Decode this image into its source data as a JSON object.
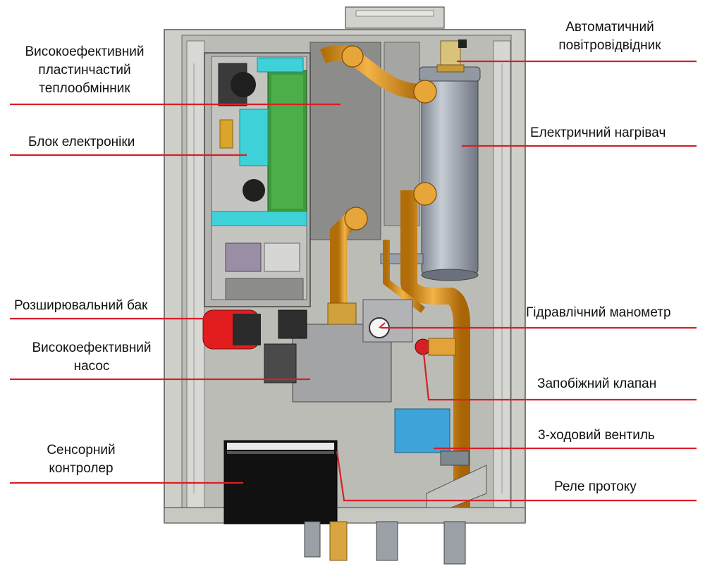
{
  "callout_color": "#d81f26",
  "labels": {
    "heat_exchanger": {
      "line1": "Високоефективний",
      "line2": "пластинчастий",
      "line3": "теплообмінник"
    },
    "electronics": "Блок електроніки",
    "expansion_tank": "Розширювальний бак",
    "pump": {
      "line1": "Високоефективний",
      "line2": "насос"
    },
    "touch_controller": {
      "line1": "Сенсорний",
      "line2": "контролер"
    },
    "air_vent": {
      "line1": "Автоматичний",
      "line2": "повітровідвідник"
    },
    "electric_heater": "Електричний нагрівач",
    "pressure_gauge": "Гідравлічний манометр",
    "safety_valve": "Запобіжний клапан",
    "three_way_valve": "3-ходовий вентиль",
    "flow_relay": "Реле протоку"
  }
}
